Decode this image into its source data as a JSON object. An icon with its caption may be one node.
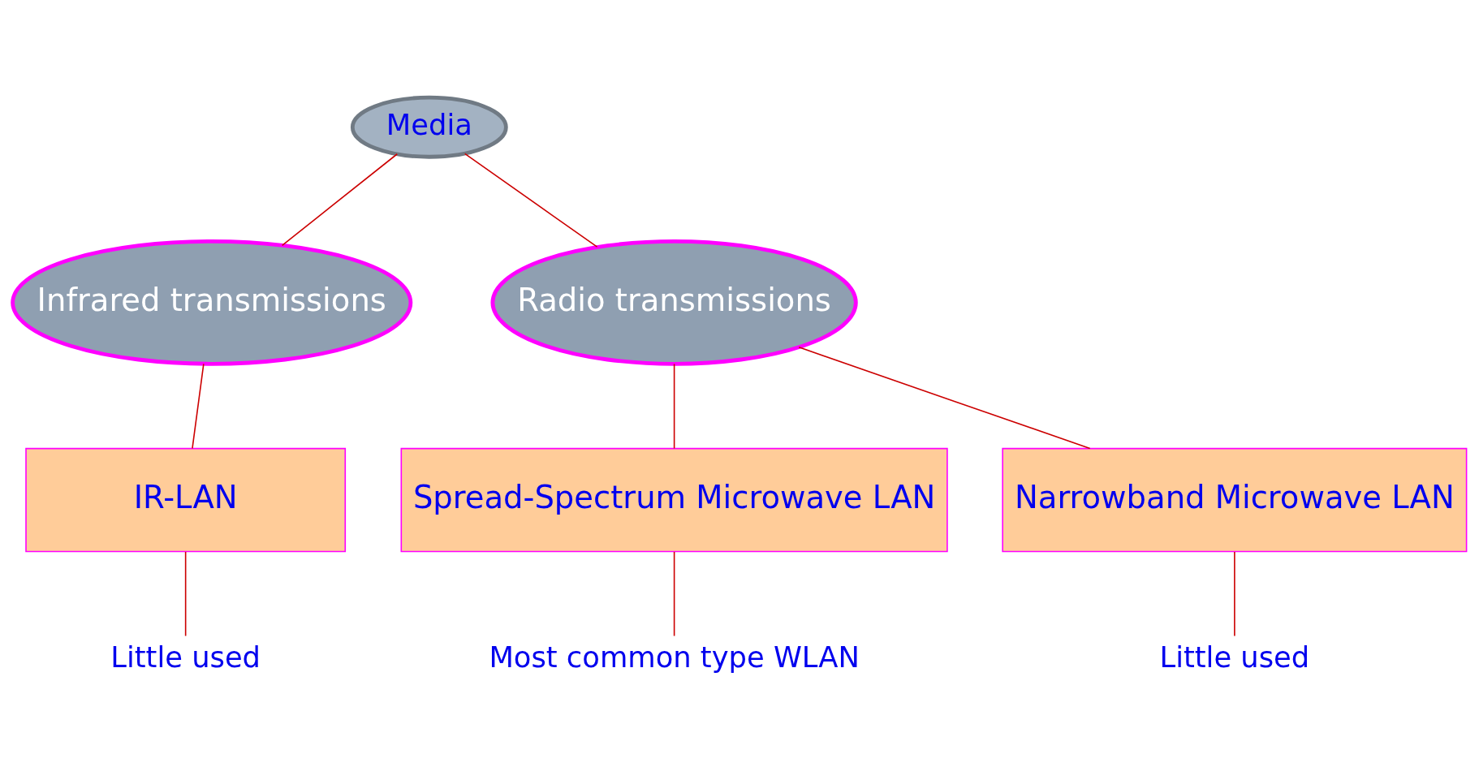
{
  "diagram": {
    "nodes": [
      {
        "text": [
          "Media"
        ]
      },
      {
        "text": [
          "Infrared transmissions"
        ]
      },
      {
        "text": [
          "Radio transmissions"
        ]
      },
      {
        "text": [
          "IR-LAN"
        ]
      },
      {
        "text": [
          "Spread-Spectrum Microwave LAN"
        ]
      },
      {
        "text": [
          "Narrowband Microwave LAN"
        ]
      },
      {
        "text": [
          "Little used"
        ]
      },
      {
        "text": [
          "Most common type WLAN"
        ]
      },
      {
        "text": [
          "Little used"
        ]
      }
    ],
    "edges": [
      {
        "from": 0,
        "to": 1,
        "arrow": "none"
      },
      {
        "from": 0,
        "to": 2,
        "arrow": "none"
      },
      {
        "from": 1,
        "to": 3,
        "arrow": "none"
      },
      {
        "from": 2,
        "to": 4,
        "arrow": "none"
      },
      {
        "from": 2,
        "to": 5,
        "arrow": "none"
      },
      {
        "from": 3,
        "to": 6,
        "arrow": "none"
      },
      {
        "from": 4,
        "to": 7,
        "arrow": "none"
      },
      {
        "from": 5,
        "to": 8,
        "arrow": "none"
      }
    ]
  }
}
